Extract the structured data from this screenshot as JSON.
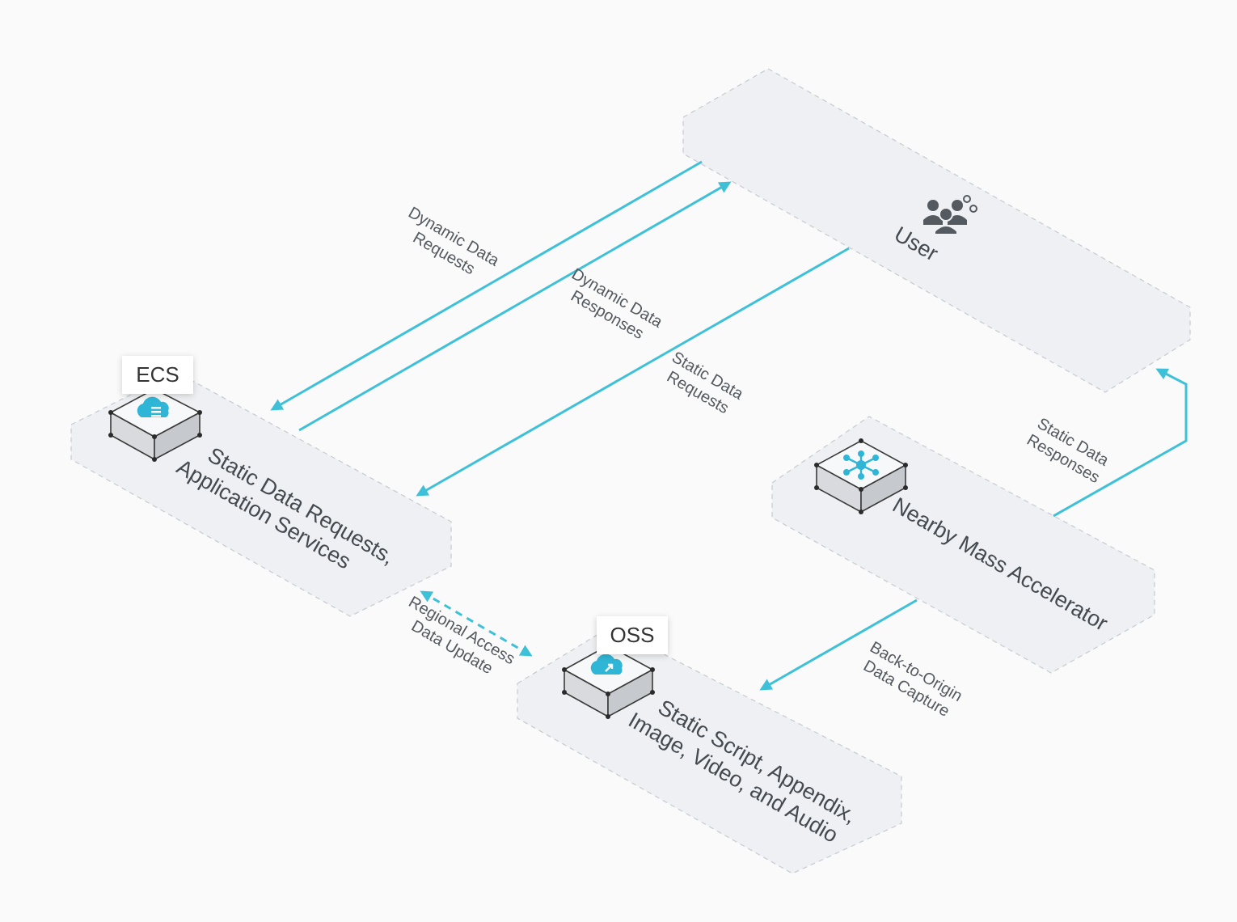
{
  "nodes": {
    "user": {
      "label": "User",
      "icon": "users-icon"
    },
    "ecs": {
      "tag": "ECS",
      "label_line1": "Static Data Requests,",
      "label_line2": "Application Services",
      "icon": "cloud-server-icon"
    },
    "oss": {
      "tag": "OSS",
      "label_line1": "Static Script, Appendix,",
      "label_line2": "Image, Video, and Audio",
      "icon": "cloud-upload-icon"
    },
    "accelerator": {
      "label": "Nearby Mass Accelerator",
      "icon": "network-hub-icon"
    }
  },
  "flows": {
    "dynamic_requests": {
      "line1": "Dynamic Data",
      "line2": "Requests"
    },
    "dynamic_responses": {
      "line1": "Dynamic Data",
      "line2": "Responses"
    },
    "static_requests": {
      "line1": "Static Data",
      "line2": "Requests"
    },
    "static_responses": {
      "line1": "Static Data",
      "line2": "Responses"
    },
    "regional_access": {
      "line1": "Regional Access",
      "line2": "Data Update"
    },
    "back_to_origin": {
      "line1": "Back-to-Origin",
      "line2": "Data Capture"
    }
  },
  "colors": {
    "flow": "#3ec1d8",
    "plate": "#eef0f3",
    "icon_accent": "#2fb6d6",
    "user_icon": "#555a60"
  }
}
